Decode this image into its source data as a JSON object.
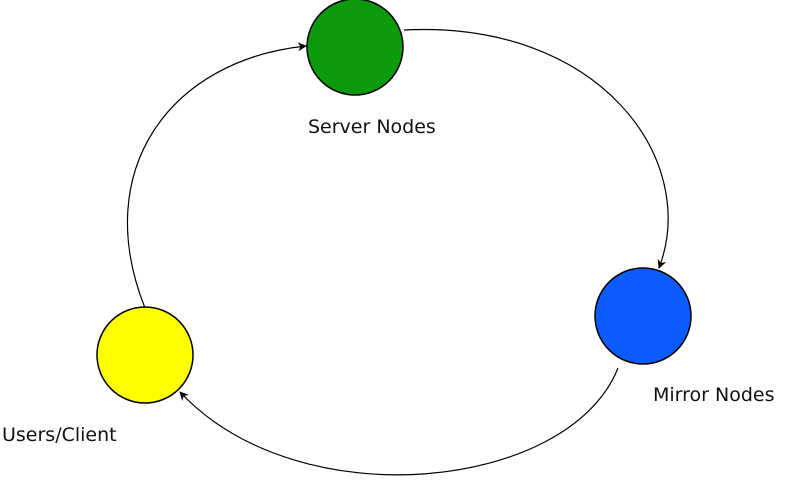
{
  "nodes": {
    "server": {
      "label": "Server Nodes",
      "color": "#0b9a0b"
    },
    "mirror": {
      "label": "Mirror Nodes",
      "color": "#0a5cff"
    },
    "users": {
      "label": "Users/Client",
      "color": "#ffff00"
    }
  },
  "edges": [
    {
      "from": "server",
      "to": "mirror"
    },
    {
      "from": "mirror",
      "to": "users"
    },
    {
      "from": "users",
      "to": "server"
    }
  ],
  "stroke_color": "#000000"
}
